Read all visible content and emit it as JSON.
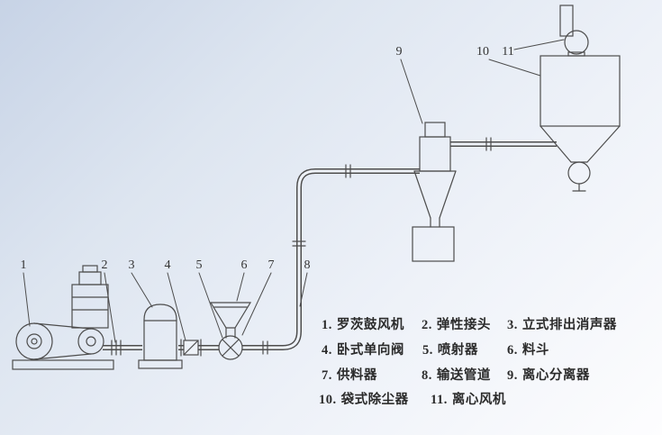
{
  "colors": {
    "line": "#4d4d4d",
    "text": "#333333",
    "background_top_left": "#c7d3e6",
    "background_bottom_right": "#fdfdfe"
  },
  "callouts": [
    {
      "num": "1"
    },
    {
      "num": "2"
    },
    {
      "num": "3"
    },
    {
      "num": "4"
    },
    {
      "num": "5"
    },
    {
      "num": "6"
    },
    {
      "num": "7"
    },
    {
      "num": "8"
    },
    {
      "num": "9"
    },
    {
      "num": "10"
    },
    {
      "num": "11"
    }
  ],
  "legend": {
    "items": [
      {
        "num": "1.",
        "label": "罗茨鼓风机"
      },
      {
        "num": "2.",
        "label": "弹性接头"
      },
      {
        "num": "3.",
        "label": "立式排出消声器"
      },
      {
        "num": "4.",
        "label": "卧式单向阀"
      },
      {
        "num": "5.",
        "label": "喷射器"
      },
      {
        "num": "6.",
        "label": "料斗"
      },
      {
        "num": "7.",
        "label": "供料器"
      },
      {
        "num": "8.",
        "label": "输送管道"
      },
      {
        "num": "9.",
        "label": "离心分离器"
      },
      {
        "num": "10.",
        "label": "袋式除尘器"
      },
      {
        "num": "11.",
        "label": "离心风机"
      }
    ]
  }
}
